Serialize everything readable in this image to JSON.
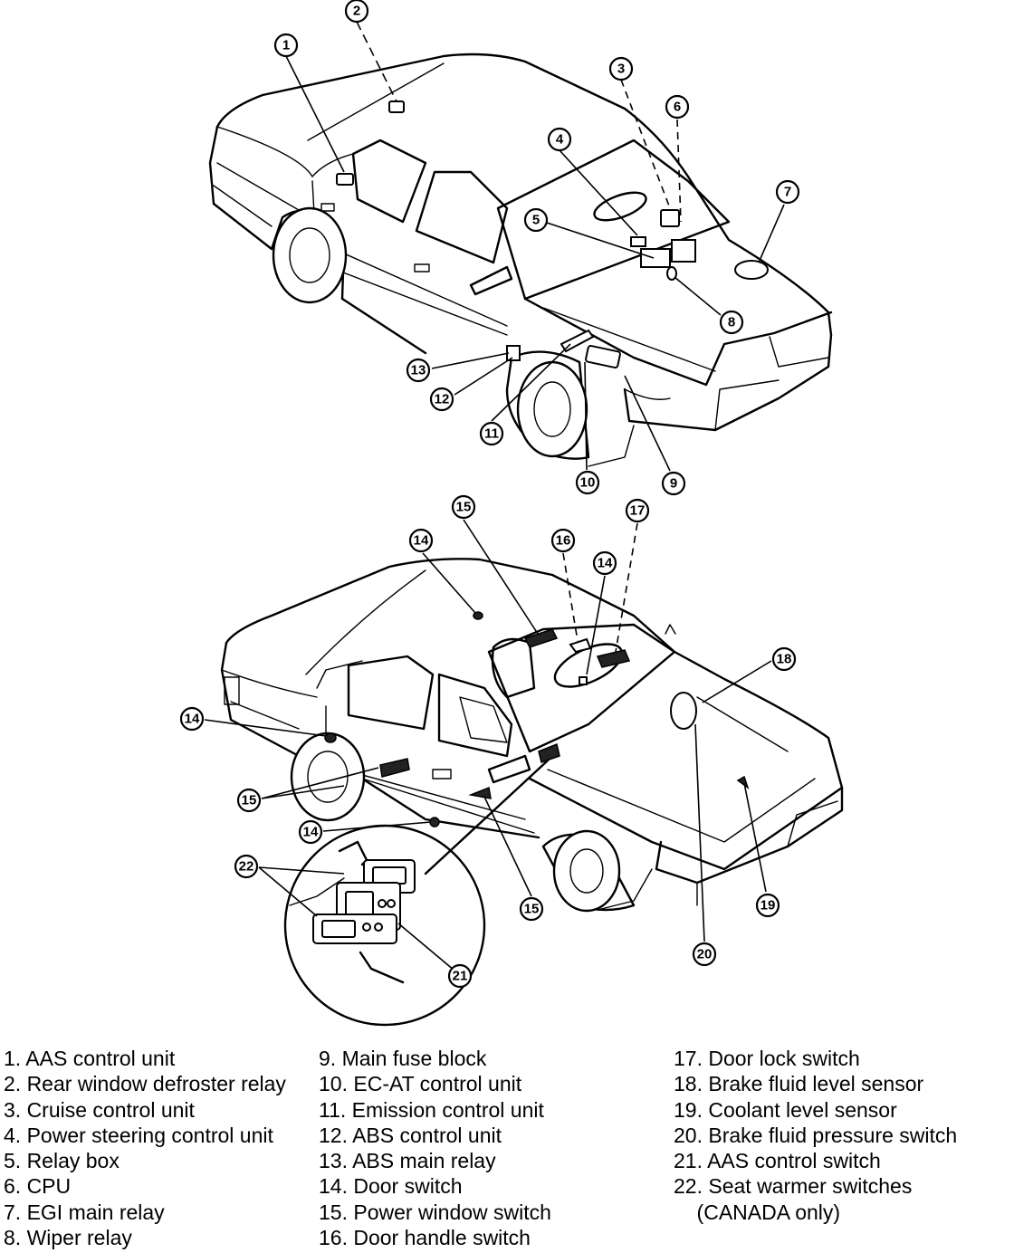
{
  "callouts": [
    "1",
    "2",
    "3",
    "4",
    "5",
    "6",
    "7",
    "8",
    "9",
    "10",
    "11",
    "12",
    "13",
    "14",
    "15",
    "16",
    "17",
    "14",
    "18",
    "14",
    "15",
    "14",
    "15",
    "22",
    "21",
    "20",
    "19"
  ],
  "legend": {
    "col1": [
      "1. AAS control unit",
      "2. Rear window defroster relay",
      "3. Cruise control unit",
      "4. Power steering control unit",
      "5. Relay box",
      "6. CPU",
      "7. EGI main relay",
      "8. Wiper relay"
    ],
    "col2": [
      "9. Main fuse block",
      "10. EC-AT control unit",
      "11. Emission control unit",
      "12. ABS control unit",
      "13. ABS main relay",
      "14. Door switch",
      "15. Power window switch",
      "16. Door handle switch"
    ],
    "col3": [
      "17. Door lock switch",
      "18. Brake fluid level sensor",
      "19. Coolant level sensor",
      "20. Brake fluid pressure switch",
      "21. AAS control switch",
      "22. Seat warmer switches",
      "    (CANADA only)"
    ]
  }
}
